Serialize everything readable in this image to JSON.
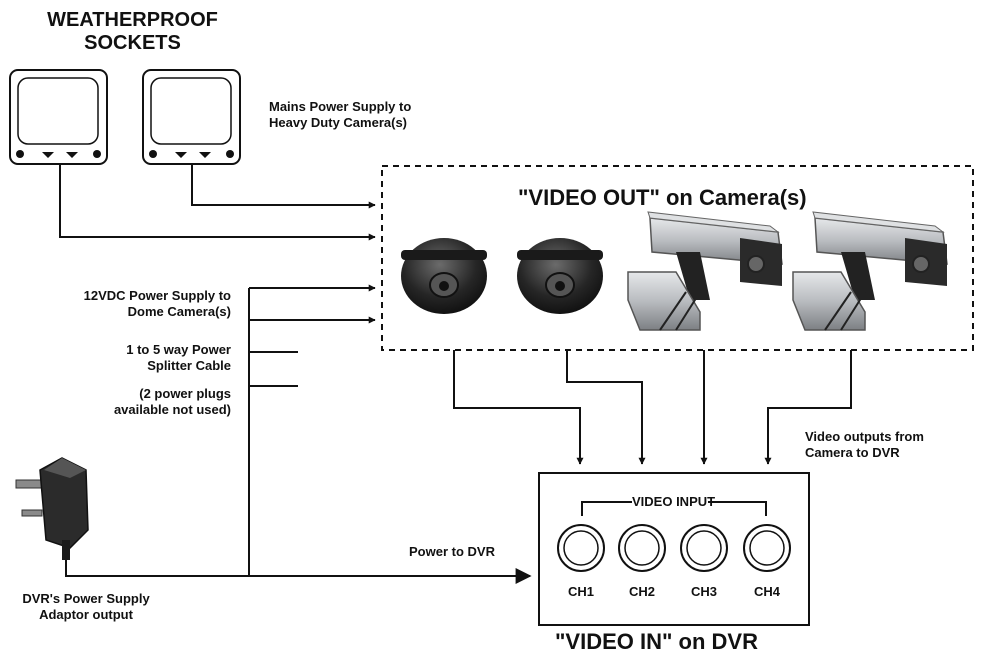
{
  "labels": {
    "weatherproof_title": [
      "WEATHERPROOF",
      "SOCKETS"
    ],
    "mains_power": [
      "Mains Power Supply to",
      "Heavy Duty Camera(s)"
    ],
    "video_out_title": "\"VIDEO OUT\" on Camera(s)",
    "dc_power": [
      "12VDC Power Supply to",
      "Dome Camera(s)"
    ],
    "splitter": [
      "1 to 5 way Power",
      "Splitter Cable"
    ],
    "unused_plugs": [
      "(2 power plugs",
      "available not used)"
    ],
    "video_outputs": [
      "Video outputs from",
      "Camera to DVR"
    ],
    "video_input": "VIDEO INPUT",
    "channels": [
      "CH1",
      "CH2",
      "CH3",
      "CH4"
    ],
    "power_to_dvr": "Power to DVR",
    "adaptor": [
      "DVR's Power Supply",
      "Adaptor output"
    ],
    "video_in_title": "\"VIDEO IN\" on DVR"
  },
  "icons": {
    "sockets": [
      "weatherproof-socket-icon",
      "weatherproof-socket-icon"
    ],
    "cameras": [
      "dome-camera-icon",
      "dome-camera-icon",
      "bullet-camera-icon",
      "bullet-camera-icon"
    ],
    "adaptor": "power-adaptor-icon"
  },
  "colors": {
    "line": "#111111",
    "background": "#ffffff",
    "metal": "#b9bcc0"
  }
}
